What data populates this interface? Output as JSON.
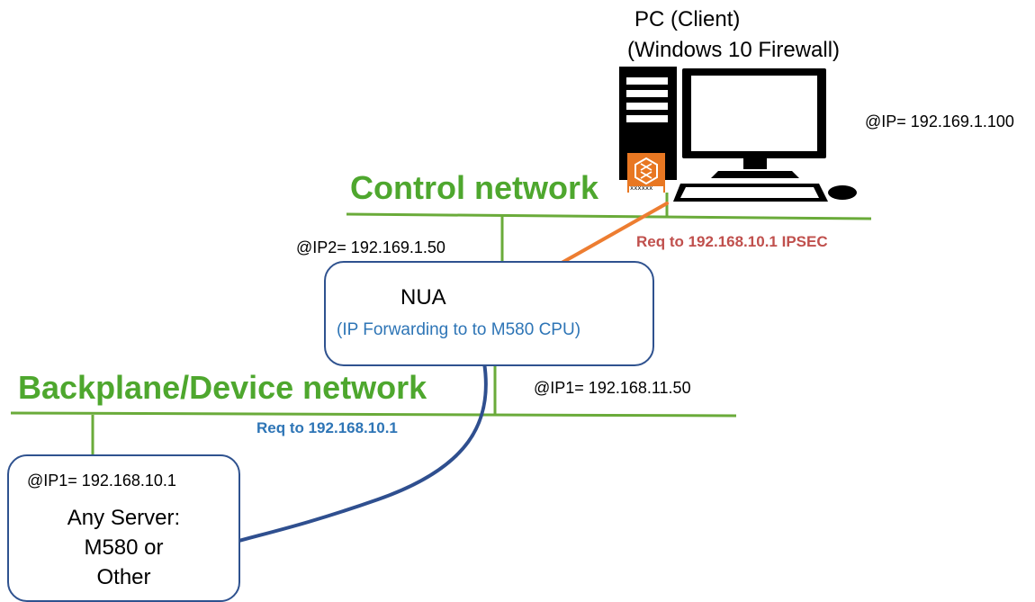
{
  "pc": {
    "title_line1": "PC (Client)",
    "title_line2": "(Windows 10 Firewall)",
    "ip": "@IP= 192.169.1.100",
    "icon": "desktop-computer-icon",
    "badge_icon": "orange-cube-logo-icon",
    "badge_text": "xxxxxx"
  },
  "control_network": {
    "label": "Control network",
    "color": "#6aab3a"
  },
  "backplane_network": {
    "label": "Backplane/Device network",
    "color": "#6aab3a"
  },
  "nua": {
    "title": "NUA",
    "subtitle": "(IP Forwarding to to M580 CPU)",
    "ip2": "@IP2= 192.169.1.50",
    "ip1": "@IP1= 192.168.11.50"
  },
  "requests": {
    "ipsec": "Req to 192.168.10.1 IPSEC",
    "plain": "Req to 192.168.10.1"
  },
  "server": {
    "ip": "@IP1= 192.168.10.1",
    "line1": "Any Server:",
    "line2": "M580 or",
    "line3": "Other"
  },
  "colors": {
    "network_line": "#6aab3a",
    "box_border": "#2f528f",
    "ipsec_arrow": "#ed7d31",
    "forward_arrow": "#2f4f8f",
    "label_red": "#c0504d",
    "label_blue": "#2e75b6"
  }
}
